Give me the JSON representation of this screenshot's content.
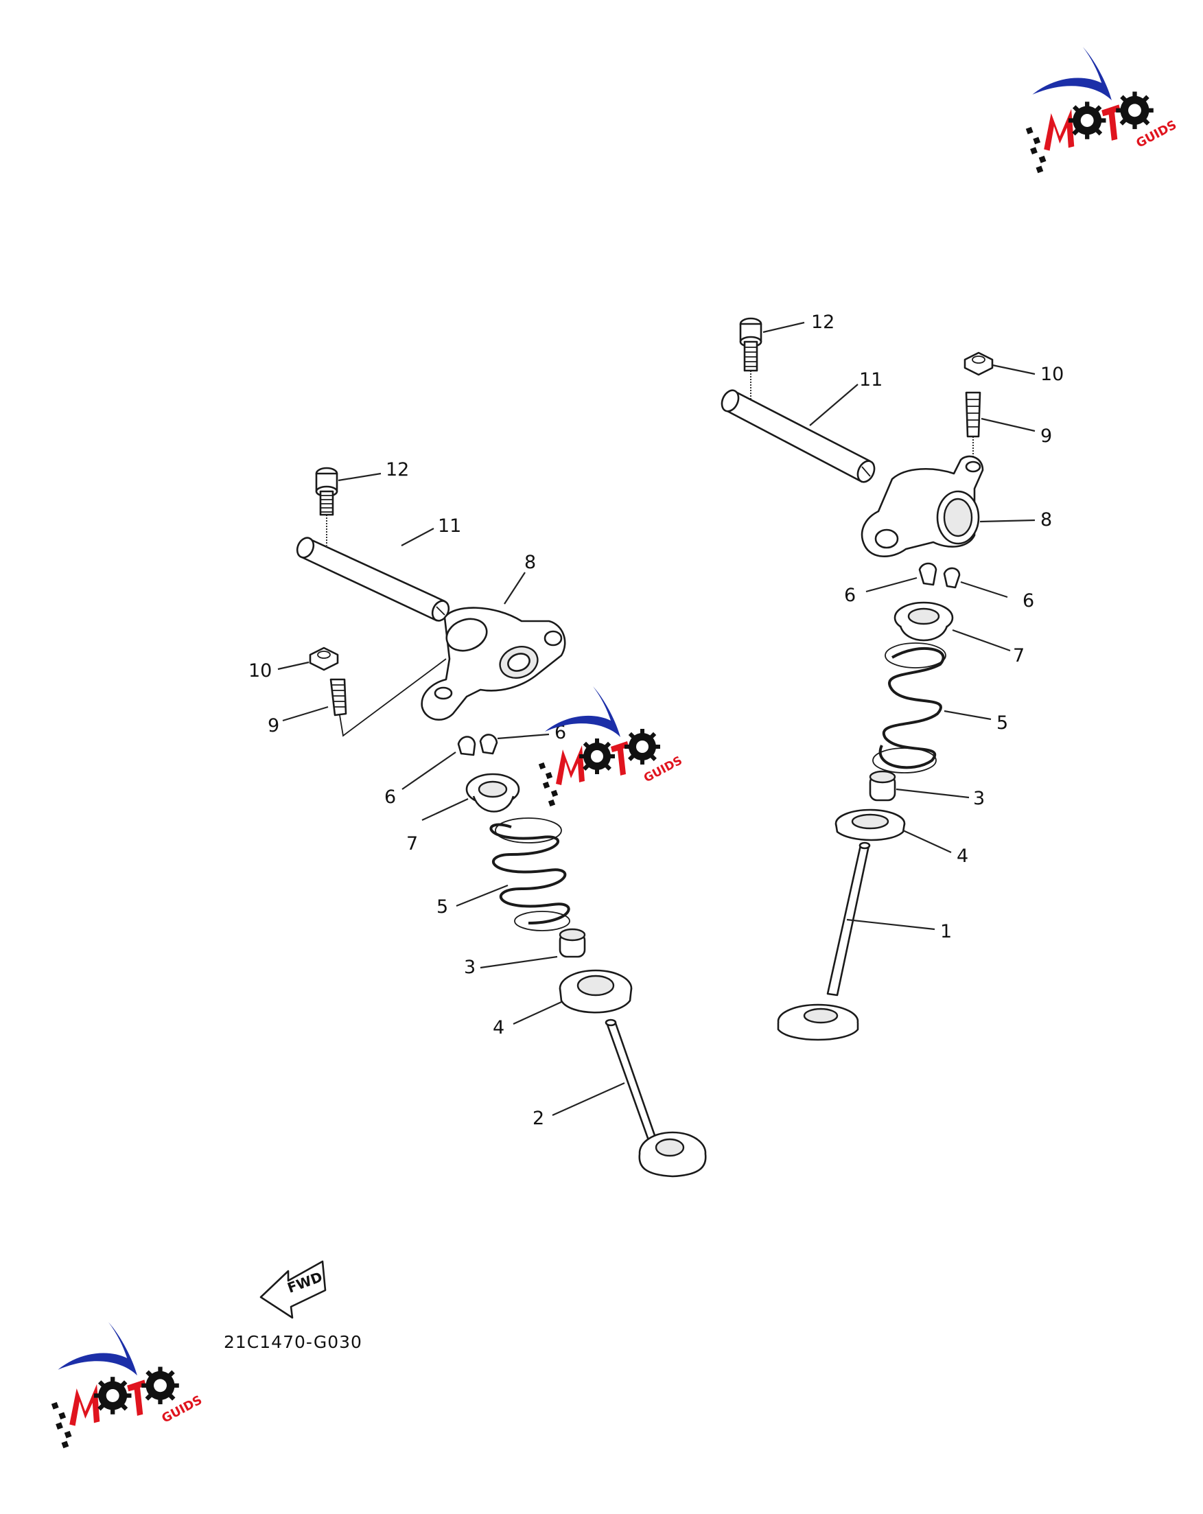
{
  "diagram": {
    "part_code": "21C1470-G030",
    "fwd_label": "FWD",
    "callouts_left": [
      "12",
      "11",
      "8",
      "10",
      "9",
      "6",
      "6",
      "7",
      "5",
      "3",
      "4",
      "2"
    ],
    "callouts_right": [
      "12",
      "10",
      "11",
      "9",
      "8",
      "6",
      "6",
      "7",
      "5",
      "3",
      "4",
      "1"
    ]
  },
  "watermark": {
    "brand": "MOTO GUIDS",
    "color_blue": "#1c2fa8",
    "color_red": "#e0141e",
    "color_black": "#111111"
  }
}
